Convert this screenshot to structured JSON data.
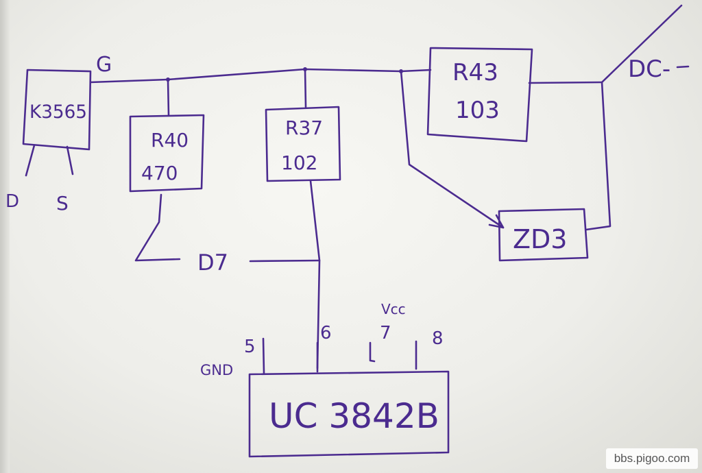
{
  "labels": {
    "g": "G",
    "dc_minus": "DC-",
    "d": "D",
    "s": "S",
    "d7": "D7",
    "gnd": "GND",
    "vcc": "Vcc",
    "pin5": "5",
    "pin6": "6",
    "pin7": "7",
    "pin8": "8"
  },
  "components": {
    "mosfet": "K3565",
    "r40_ref": "R40",
    "r40_val": "470",
    "r37_ref": "R37",
    "r37_val": "102",
    "r43_ref": "R43",
    "r43_val": "103",
    "zd3": "ZD3",
    "ic": "UC 3842B"
  },
  "watermark": "bbs.pigoo.com",
  "colors": {
    "ink": "#4b2b8f",
    "paper": "#f2f2ee"
  }
}
